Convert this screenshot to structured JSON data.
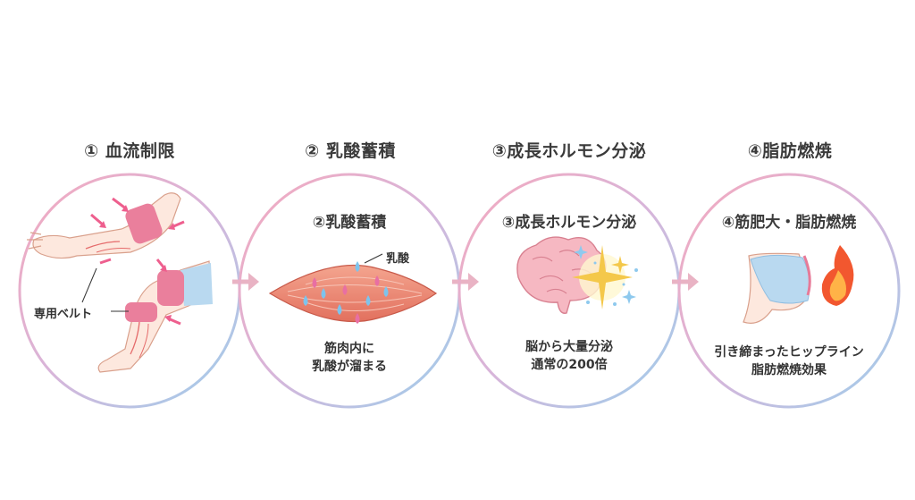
{
  "steps": [
    {
      "title": "① 血流制限",
      "label": "専用ベルト"
    },
    {
      "title": "② 乳酸蓄積",
      "inner_title": "②乳酸蓄積",
      "label": "乳酸",
      "caption_line1": "筋肉内に",
      "caption_line2": "乳酸が溜まる"
    },
    {
      "title": "③成長ホルモン分泌",
      "inner_title": "③成長ホルモン分泌",
      "caption_line1": "脳から大量分泌",
      "caption_line2": "通常の200倍"
    },
    {
      "title": "④脂肪燃焼",
      "inner_title": "④筋肥大・脂肪燃焼",
      "caption_line1": "引き締まったヒップライン",
      "caption_line2": "脂肪燃焼効果"
    }
  ],
  "colors": {
    "ring_pink": "#f2a7bb",
    "ring_blue": "#9fd0ec",
    "belt": "#e77a98",
    "arrow": "#e9b3c4"
  }
}
